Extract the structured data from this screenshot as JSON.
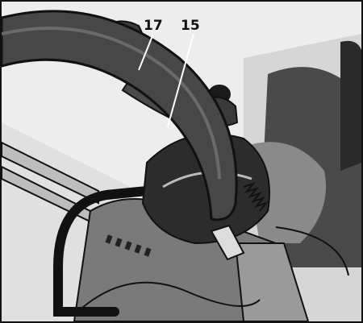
{
  "callouts": [
    {
      "label": "17",
      "part": "lever"
    },
    {
      "label": "15",
      "part": "handle"
    }
  ],
  "colors": {
    "ink": "#111111",
    "dark_gray": "#3a3a3a",
    "mid_gray": "#6e6e6e",
    "light_gray": "#c8c8c8",
    "paper": "#f2f2f2"
  },
  "icons": [
    "handle-bar-shape",
    "lever-shape",
    "clamp-bracket-shape",
    "spring-shape"
  ]
}
